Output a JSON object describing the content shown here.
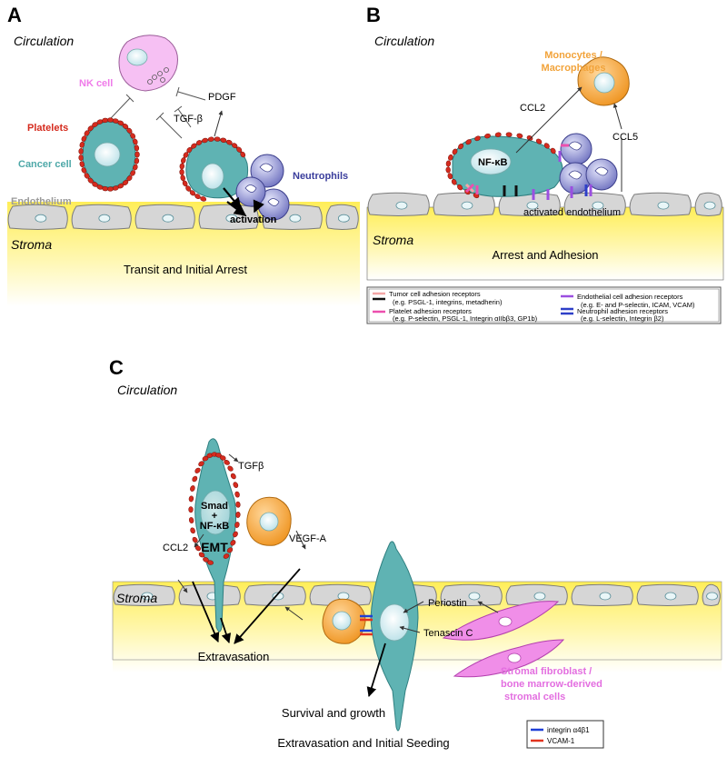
{
  "panel_a": {
    "letter": "A",
    "circulation": "Circulation",
    "nk_cell": "NK cell",
    "platelets": "Platelets",
    "cancer_cell": "Cancer cell",
    "tgf": "TGF-β",
    "pdgf": "PDGF",
    "neutrophils": "Neutrophils",
    "endothelium": "Endothelium",
    "activation": "activation",
    "stroma": "Stroma",
    "caption": "Transit and Initial Arrest"
  },
  "panel_b": {
    "letter": "B",
    "circulation": "Circulation",
    "monocytes_line1": "Monocytes /",
    "monocytes_line2": "Macrophages",
    "ccl2": "CCL2",
    "ccl5": "CCL5",
    "nfkb": "NF-κB",
    "activated_endothelium": "activated endothelium",
    "stroma": "Stroma",
    "caption": "Arrest and Adhesion"
  },
  "legend": {
    "tumor_title": "Tumor cell adhesion receptors",
    "tumor_sub": "(e.g. PSGL-1, integrins, metadherin)",
    "platelet_title": "Platelet adhesion receptors",
    "platelet_sub": "(e.g. P-selectin, PSGL-1, Integrin αIIbβ3, GP1b)",
    "endo_title": "Endothelial cell adhesion receptors",
    "endo_sub": "(e.g. E- and P-selectin, ICAM, VCAM)",
    "neut_title": "Neutrophil adhesion receptors",
    "neut_sub": "(e.g. L-selectin, Integrin β2)"
  },
  "panel_c": {
    "letter": "C",
    "circulation": "Circulation",
    "tgfb": "TGFβ",
    "smad": "Smad",
    "plus": "+",
    "nfkb": "NF-κB",
    "emt": "EMT",
    "ccl2": "CCL2",
    "vegf": "VEGF-A",
    "stroma": "Stroma",
    "extravasation": "Extravasation",
    "periostin": "Periostin",
    "tenascin": "Tenascin C",
    "fibro_line1": "Stromal fibroblast /",
    "fibro_line2": "bone marrow-derived",
    "fibro_line3": "stromal cells",
    "survival": "Survival and growth",
    "integrin": "integrin α4β1",
    "vcam": "VCAM-1",
    "caption": "Extravasation and Initial Seeding"
  },
  "colors": {
    "cancer": "#5fb3b3",
    "nucleus": "#d6eef2",
    "platelet": "#d52b1e",
    "endothelial": "#d9d9d9",
    "stroma": "#fff27a",
    "neutrophil": "#8e90d0",
    "monocyte": "#f6a83e",
    "fibroblast": "#ee82ee",
    "nk": "#f4b6f2",
    "tumor_receptor_pink": "#f4a6a6",
    "platelet_receptor": "#ec4fae",
    "endothelial_receptor": "#9b4fe0",
    "neutrophil_receptor": "#2e3fc8",
    "integrin": "#1f3fd6",
    "vcam": "#e2341e"
  }
}
